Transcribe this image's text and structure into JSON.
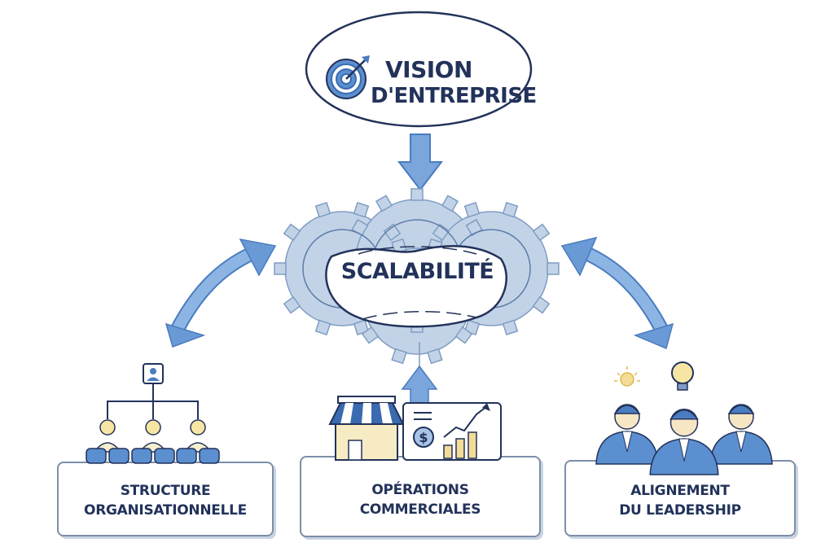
{
  "vision": {
    "line1": "VISION",
    "line2": "D'ENTREPRISE",
    "icon": "target-icon"
  },
  "center": {
    "label": "SCALABILITÉ",
    "icon": "gears-icon"
  },
  "cards": [
    {
      "line1": "STRUCTURE",
      "line2": "ORGANISATIONNELLE",
      "icon": "org-chart-icon"
    },
    {
      "line1": "OPÉRATIONS",
      "line2": "COMMERCIALES",
      "icon": "storefront-growth-icon"
    },
    {
      "line1": "ALIGNEMENT",
      "line2": "DU LEADERSHIP",
      "icon": "leadership-team-icon"
    }
  ],
  "colors": {
    "text": "#22325a",
    "arrow_fill": "#7aa6db",
    "arrow_dark": "#4a7cc0",
    "gear": "#b7c9e0",
    "accent_yellow": "#f3dc96"
  }
}
